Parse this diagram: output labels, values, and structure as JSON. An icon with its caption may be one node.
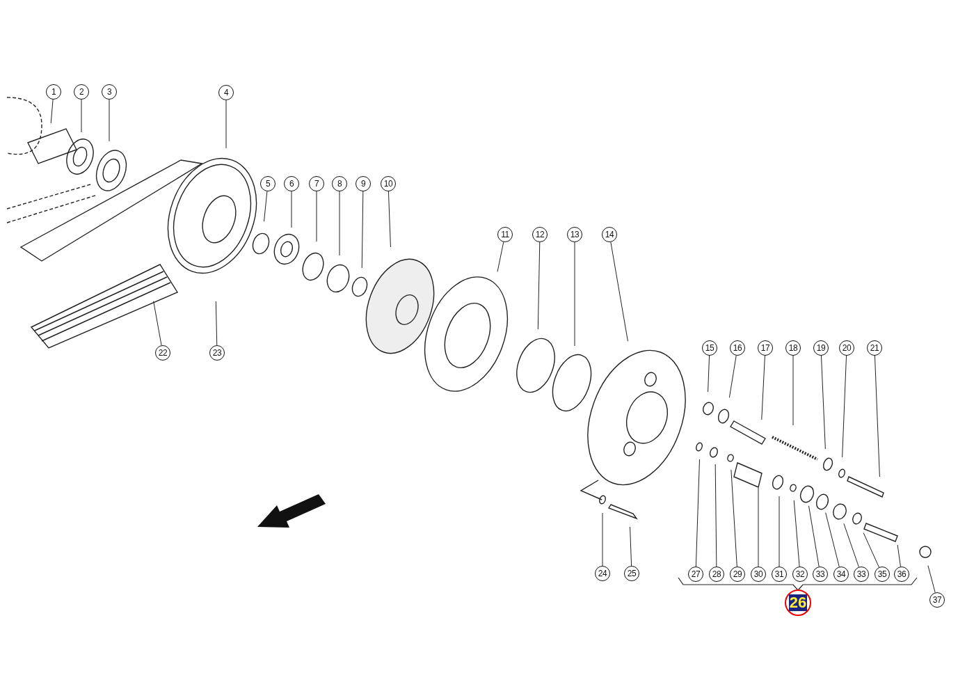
{
  "diagram": {
    "nodes": [
      {
        "text": [
          "1"
        ]
      },
      {
        "text": [
          "2"
        ]
      },
      {
        "text": [
          "3"
        ]
      },
      {
        "text": [
          "4"
        ]
      },
      {
        "text": [
          "5"
        ]
      },
      {
        "text": [
          "6"
        ]
      },
      {
        "text": [
          "7"
        ]
      },
      {
        "text": [
          "8"
        ]
      },
      {
        "text": [
          "9"
        ]
      },
      {
        "text": [
          "10"
        ]
      },
      {
        "text": [
          "11"
        ]
      },
      {
        "text": [
          "12"
        ]
      },
      {
        "text": [
          "13"
        ]
      },
      {
        "text": [
          "14"
        ]
      },
      {
        "text": [
          "15"
        ]
      },
      {
        "text": [
          "16"
        ]
      },
      {
        "text": [
          "17"
        ]
      },
      {
        "text": [
          "18"
        ]
      },
      {
        "text": [
          "19"
        ]
      },
      {
        "text": [
          "20"
        ]
      },
      {
        "text": [
          "21"
        ]
      },
      {
        "text": [
          "22"
        ]
      },
      {
        "text": [
          "23"
        ]
      },
      {
        "text": [
          "24"
        ]
      },
      {
        "text": [
          "25"
        ]
      },
      {
        "text": [
          "27"
        ]
      },
      {
        "text": [
          "28"
        ]
      },
      {
        "text": [
          "29"
        ]
      },
      {
        "text": [
          "30"
        ]
      },
      {
        "text": [
          "31"
        ]
      },
      {
        "text": [
          "32"
        ]
      },
      {
        "text": [
          "33"
        ]
      },
      {
        "text": [
          "34"
        ]
      },
      {
        "text": [
          "33"
        ]
      },
      {
        "text": [
          "35"
        ]
      },
      {
        "text": [
          "36"
        ]
      },
      {
        "text": [
          "37"
        ]
      }
    ],
    "edges": [
      {
        "from": 0,
        "to": null,
        "arrow": "none"
      },
      {
        "from": 1,
        "to": null,
        "arrow": "none"
      },
      {
        "from": 2,
        "to": null,
        "arrow": "none"
      },
      {
        "from": 3,
        "to": null,
        "arrow": "none"
      },
      {
        "from": 4,
        "to": null,
        "arrow": "none"
      },
      {
        "from": 5,
        "to": null,
        "arrow": "none"
      },
      {
        "from": 6,
        "to": null,
        "arrow": "none"
      },
      {
        "from": 7,
        "to": null,
        "arrow": "none"
      },
      {
        "from": 8,
        "to": null,
        "arrow": "none"
      },
      {
        "from": 9,
        "to": null,
        "arrow": "none"
      },
      {
        "from": 10,
        "to": null,
        "arrow": "none"
      },
      {
        "from": 11,
        "to": null,
        "arrow": "none"
      },
      {
        "from": 12,
        "to": null,
        "arrow": "none"
      },
      {
        "from": 13,
        "to": null,
        "arrow": "none"
      },
      {
        "from": 14,
        "to": null,
        "arrow": "none"
      },
      {
        "from": 15,
        "to": null,
        "arrow": "none"
      },
      {
        "from": 16,
        "to": null,
        "arrow": "none"
      },
      {
        "from": 17,
        "to": null,
        "arrow": "none"
      },
      {
        "from": 18,
        "to": null,
        "arrow": "none"
      },
      {
        "from": 19,
        "to": null,
        "arrow": "none"
      },
      {
        "from": 20,
        "to": null,
        "arrow": "none"
      },
      {
        "from": 21,
        "to": null,
        "arrow": "none"
      },
      {
        "from": 22,
        "to": null,
        "arrow": "none"
      },
      {
        "from": 23,
        "to": null,
        "arrow": "none"
      },
      {
        "from": 24,
        "to": null,
        "arrow": "none"
      },
      {
        "from": 25,
        "to": null,
        "arrow": "none"
      },
      {
        "from": 26,
        "to": null,
        "arrow": "none"
      },
      {
        "from": 27,
        "to": null,
        "arrow": "none"
      },
      {
        "from": 28,
        "to": null,
        "arrow": "none"
      },
      {
        "from": 29,
        "to": null,
        "arrow": "none"
      },
      {
        "from": 30,
        "to": null,
        "arrow": "none"
      },
      {
        "from": 31,
        "to": null,
        "arrow": "none"
      },
      {
        "from": 32,
        "to": null,
        "arrow": "none"
      },
      {
        "from": 33,
        "to": null,
        "arrow": "none"
      },
      {
        "from": 34,
        "to": null,
        "arrow": "none"
      },
      {
        "from": 35,
        "to": null,
        "arrow": "none"
      },
      {
        "from": 36,
        "to": null,
        "arrow": "none"
      }
    ],
    "labels": [
      "26"
    ]
  }
}
